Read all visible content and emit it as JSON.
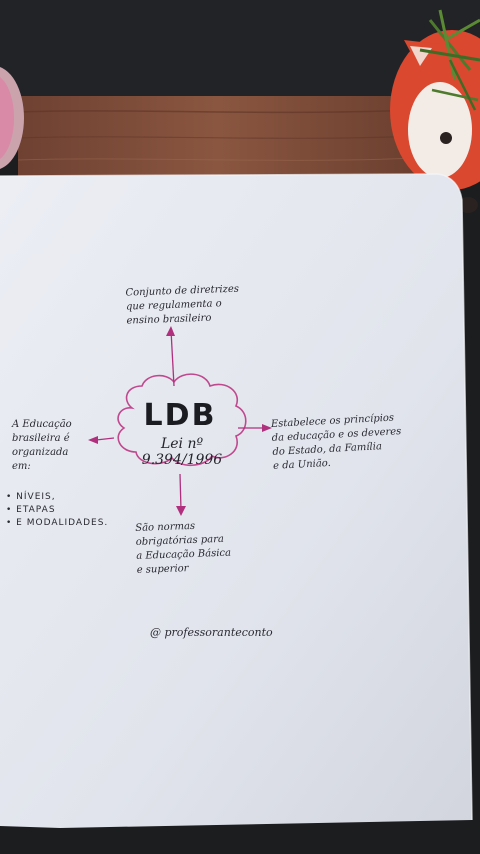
{
  "mindmap": {
    "center": {
      "title": "LDB",
      "subtitle": "Lei nº 9.394/1996"
    },
    "top": "Conjunto de diretrizes\nque regulamenta o\nensino brasileiro",
    "right": "Estabelece os princípios\nda educação e os deveres\ndo Estado, da Família\ne da União.",
    "bottom": "São normas\nobrigatórias para\na Educação Básica\ne superior",
    "left": {
      "intro": "A Educação\nbrasileira é\norganizada\nem:",
      "items": [
        "• NÍVEIS,",
        "• ETAPAS",
        "• E MODALIDADES."
      ]
    },
    "signature": "@ professoranteconto"
  },
  "colors": {
    "arrow": "#b0307e",
    "cloud": "#c0488f",
    "ink": "#2a2a33",
    "table_wood": "#7a4a36",
    "paper": "#e4e6ee"
  }
}
